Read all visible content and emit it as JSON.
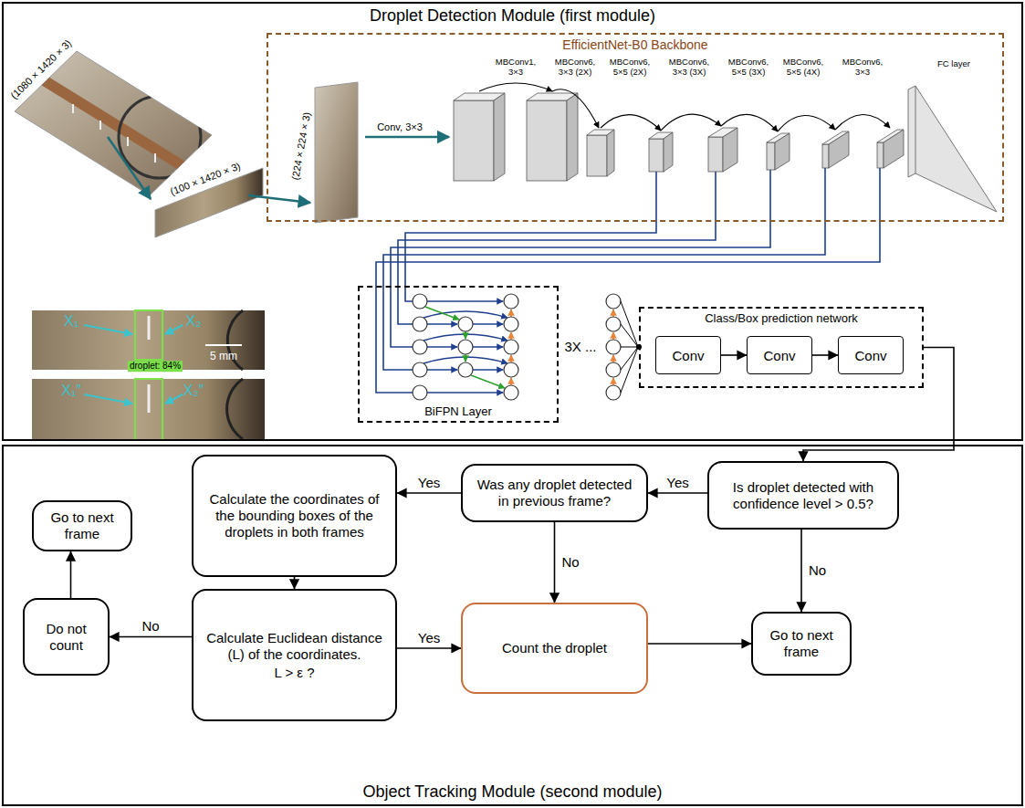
{
  "diagram": {
    "nodes": [
      {
        "text": [
          "Droplet Detection Module (first module)"
        ]
      },
      {
        "text": [
          "EfficientNet-B0 Backbone"
        ],
        "in": 0
      },
      {
        "text": [
          "BiFPN Layer"
        ],
        "in": 0
      },
      {
        "text": [
          "Class/Box prediction network"
        ],
        "in": 0
      },
      {
        "text": [
          "Conv"
        ],
        "in": 3
      },
      {
        "text": [
          "Conv"
        ],
        "in": 3
      },
      {
        "text": [
          "Conv"
        ],
        "in": 3
      },
      {
        "text": [
          "Object Tracking Module (second module)"
        ]
      },
      {
        "text": [
          "Calculate the coordinates of the bounding boxes of the droplets in both frames"
        ],
        "in": 7
      },
      {
        "text": [
          "Was any droplet detected in previous frame?"
        ],
        "in": 7
      },
      {
        "text": [
          "Is droplet detected with confidence level > 0.5?"
        ],
        "in": 7
      },
      {
        "text": [
          "Go to next frame"
        ],
        "in": 7
      },
      {
        "text": [
          "Do not count"
        ],
        "in": 7
      },
      {
        "text": [
          "Calculate Euclidean distance (L) of the coordinates.",
          "L > ε ?"
        ],
        "in": 7
      },
      {
        "text": [
          "Count the droplet"
        ],
        "in": 7
      },
      {
        "text": [
          "Go to next frame"
        ],
        "in": 7
      }
    ],
    "edges": [
      {
        "from": 4,
        "to": 5,
        "arrow": "to"
      },
      {
        "from": 5,
        "to": 6,
        "arrow": "to"
      },
      {
        "from": 3,
        "to": 10,
        "arrow": "to"
      },
      {
        "from": 10,
        "to": 9,
        "label": "Yes",
        "arrow": "to"
      },
      {
        "from": 10,
        "to": 15,
        "label": "No",
        "arrow": "to"
      },
      {
        "from": 9,
        "to": 8,
        "label": "Yes",
        "arrow": "to"
      },
      {
        "from": 9,
        "to": 14,
        "label": "No",
        "arrow": "to"
      },
      {
        "from": 8,
        "to": 13,
        "arrow": "to"
      },
      {
        "from": 13,
        "to": 14,
        "label": "Yes",
        "arrow": "to"
      },
      {
        "from": 13,
        "to": 12,
        "label": "No",
        "arrow": "to"
      },
      {
        "from": 12,
        "to": 11,
        "arrow": "to"
      },
      {
        "from": 14,
        "to": 15,
        "arrow": "to"
      }
    ],
    "labels": [
      "(1080 × 1420 × 3)",
      "(100 × 1420 × 3)",
      "(224 × 224 × 3)",
      "Conv, 3×3",
      "MBConv1, 3×3",
      "MBConv6, 3×3 (2X)",
      "MBConv6, 5×5 (2X)",
      "MBConv6, 3×3 (3X)",
      "MBConv6, 5×5 (3X)",
      "MBConv6, 5×5 (4X)",
      "MBConv6, 3×3",
      "FC layer",
      "3X ...",
      "X₁",
      "X₂",
      "droplet: 84%",
      "5 mm",
      "X₁″",
      "X₂″"
    ]
  }
}
